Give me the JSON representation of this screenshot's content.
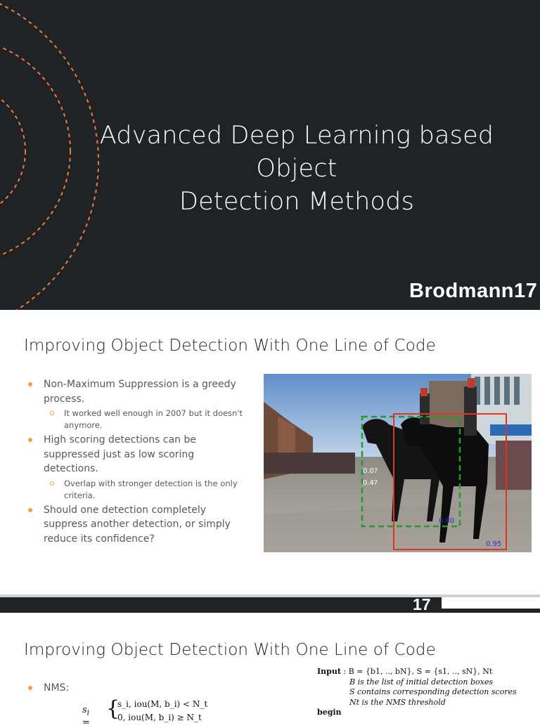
{
  "slide1": {
    "title_line1": "Advanced Deep Learning based Object",
    "title_line2": "Detection Methods",
    "brand": "Brodmann17",
    "accent_color": "#f07a3c"
  },
  "slide2": {
    "heading": "Improving Object Detection With One Line of Code",
    "bullets": [
      {
        "text": "Non-Maximum Suppression is a greedy process.",
        "sub": "It worked well enough in 2007 but it doesn't anymore."
      },
      {
        "text": "High scoring detections can be suppressed just as low scoring detections.",
        "sub": "Overlap with stronger detection is the only criteria."
      },
      {
        "text": "Should one detection completely suppress another detection, or simply reduce its confidence?"
      }
    ],
    "photo": {
      "scores_green": [
        "0.0?",
        "0.4?"
      ],
      "score_green_box": "0.80",
      "score_red_box": "0.95",
      "green_color": "#1f9d2a",
      "red_color": "#e0351f"
    }
  },
  "divider": {
    "logo_fragment": "17"
  },
  "slide3": {
    "heading": "Improving Object Detection With One Line of Code",
    "bullet": "NMS:",
    "formula_lhs": "s",
    "formula_lines": [
      "s_i,   iou(M, b_i) < N_t",
      "0,     iou(M, b_i) ≥ N_t"
    ],
    "algo": {
      "input_kw": "Input",
      "input_text": ": B = {b1, .., bN}, S = {s1, .., sN}, Nt",
      "line1": "B is the list of initial detection boxes",
      "line2": "S contains corresponding detection scores",
      "line3": "Nt is the NMS threshold",
      "begin_kw": "begin"
    }
  },
  "colors": {
    "bullet": "#f0a23b",
    "dark_bg": "#1f2326"
  }
}
